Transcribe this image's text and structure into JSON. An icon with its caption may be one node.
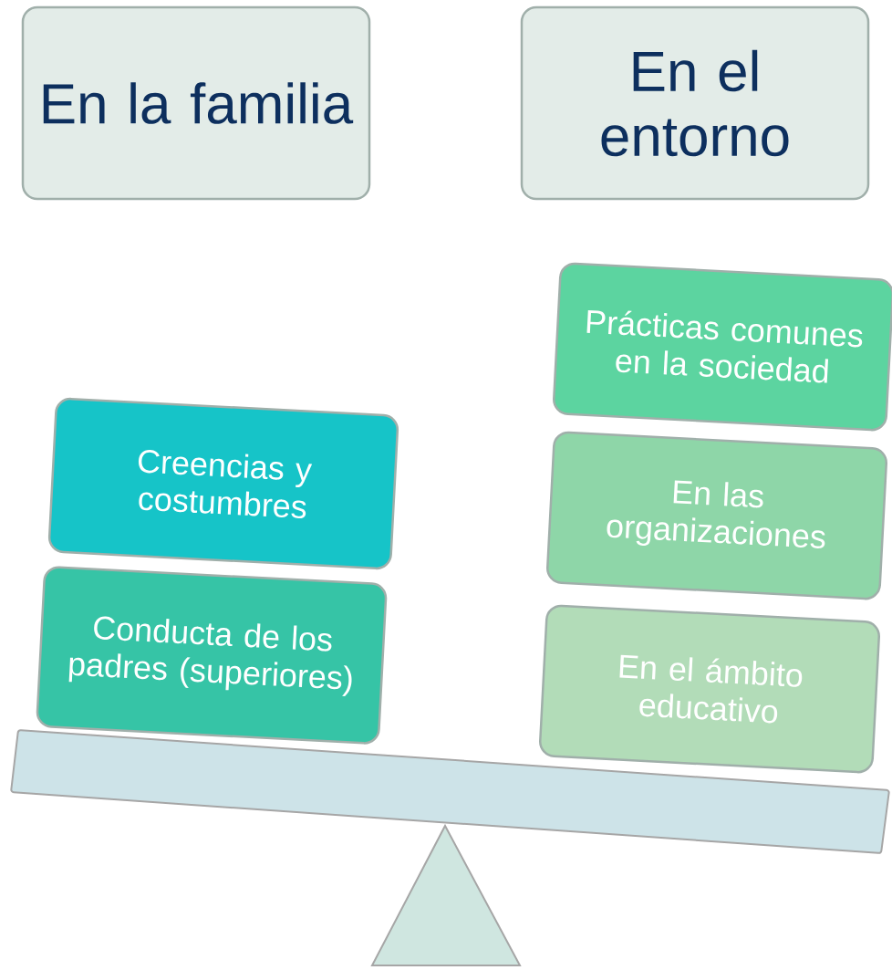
{
  "diagram": {
    "nodes": [
      {
        "text": [
          "En la familia"
        ]
      },
      {
        "text": [
          "En el entorno"
        ]
      },
      {
        "text": [
          "Creencias y costumbres"
        ]
      },
      {
        "text": [
          "Conducta de los padres (superiores)"
        ]
      },
      {
        "text": [
          "Prácticas comunes en la sociedad"
        ]
      },
      {
        "text": [
          "En las organizaciones"
        ]
      },
      {
        "text": [
          "En el ámbito educativo"
        ]
      }
    ]
  }
}
